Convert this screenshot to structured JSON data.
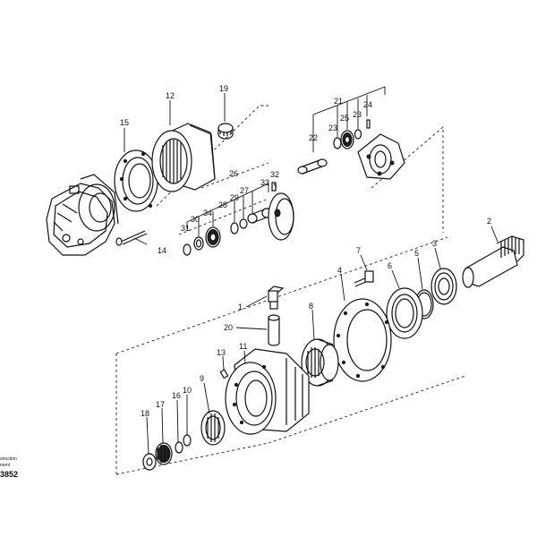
{
  "labels": {
    "l1": "1",
    "l2": "2",
    "l3": "3",
    "l4": "4",
    "l5": "5",
    "l6": "6",
    "l7": "7",
    "l8": "8",
    "l9": "9",
    "l10": "10",
    "l11": "11",
    "l12": "12",
    "l13": "13",
    "l14": "14",
    "l15": "15",
    "l16": "16",
    "l17": "17",
    "l18": "18",
    "l19": "19",
    "l20": "20",
    "l21": "21",
    "l22": "22",
    "l23a": "23",
    "l23b": "23",
    "l24": "24",
    "l25": "25",
    "l26": "26",
    "l27": "27",
    "l28": "28",
    "l29": "29",
    "l30": "30",
    "l31": "31",
    "l32": "32",
    "l33": "33",
    "l34": "34"
  },
  "stamp": {
    "line1": "struction",
    "line2": "ment",
    "code": "3852"
  }
}
